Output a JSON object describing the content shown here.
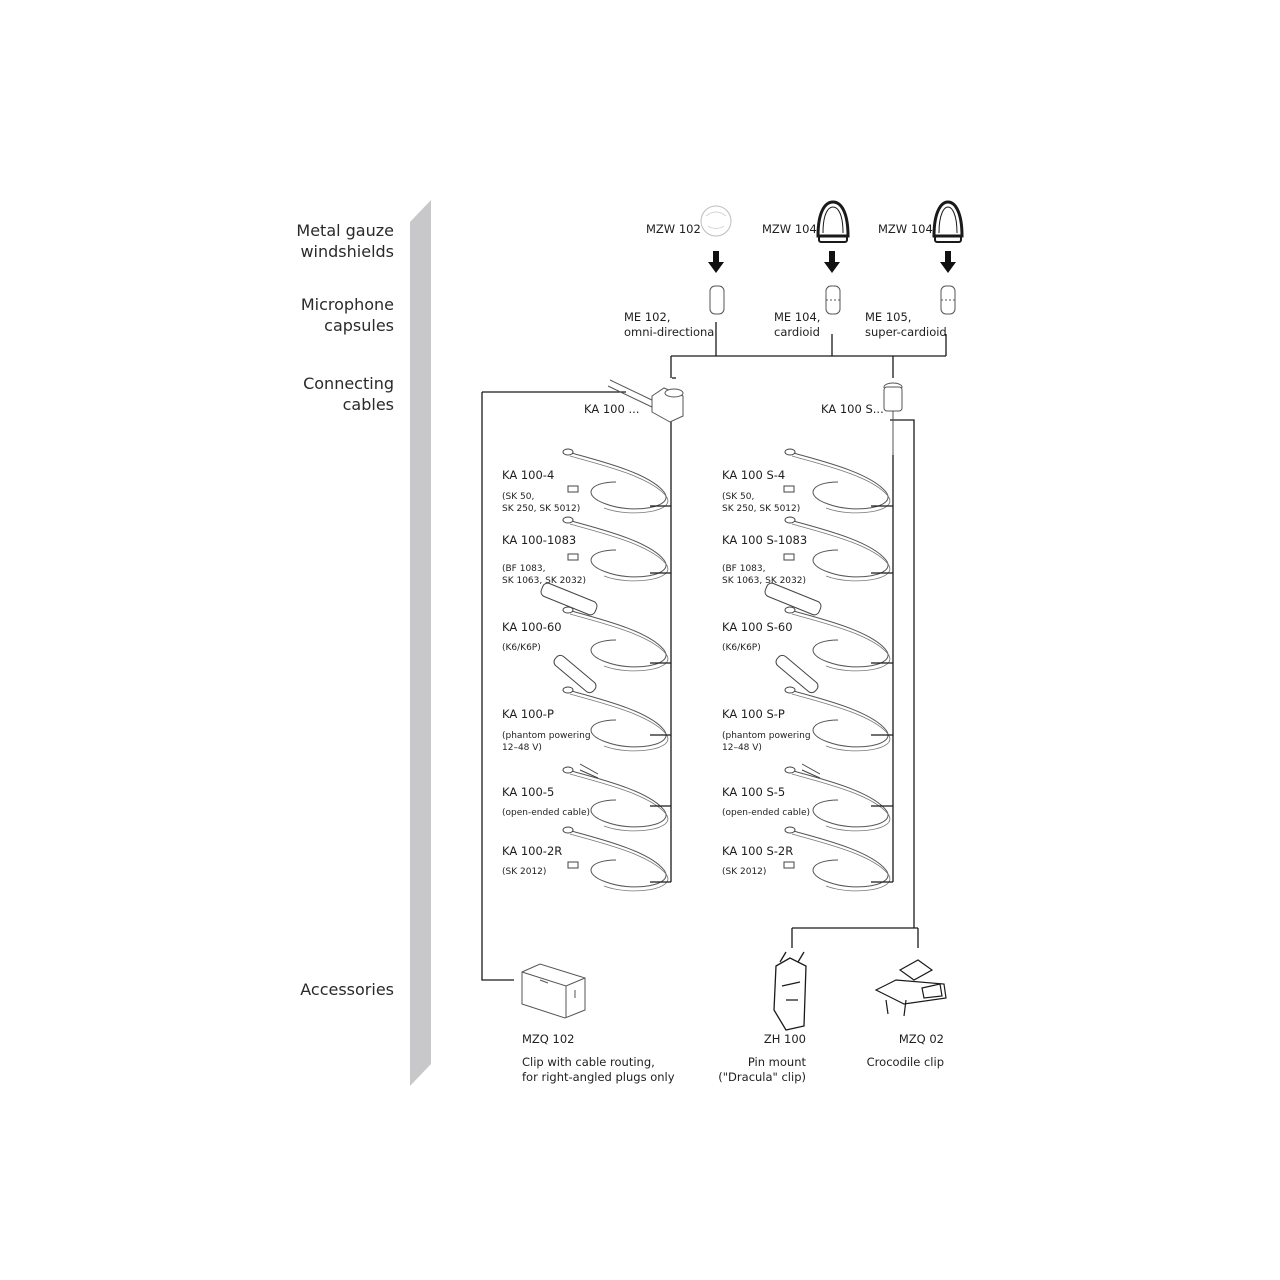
{
  "sections": {
    "windshields": [
      "Metal gauze",
      "windshields"
    ],
    "capsules": [
      "Microphone",
      "capsules"
    ],
    "cables": [
      "Connecting",
      "cables"
    ],
    "accessories": "Accessories"
  },
  "windshields": [
    "MZW 102",
    "MZW 104",
    "MZW 104"
  ],
  "capsules": [
    {
      "name": "ME 102,",
      "desc": "omni-directional"
    },
    {
      "name": "ME 104,",
      "desc": "cardioid"
    },
    {
      "name": "ME 105,",
      "desc": "super-cardioid"
    }
  ],
  "cable_heads": {
    "left": "KA 100 ...",
    "right": "KA 100 S..."
  },
  "cables_left": [
    {
      "name": "KA 100-4",
      "note": [
        "(SK 50,",
        "SK 250, SK 5012)"
      ]
    },
    {
      "name": "KA 100-1083",
      "note": [
        "(BF 1083,",
        "SK 1063, SK 2032)"
      ]
    },
    {
      "name": "KA 100-60",
      "note": [
        "(K6/K6P)"
      ]
    },
    {
      "name": "KA 100-P",
      "note": [
        "(phantom powering",
        "12–48 V)"
      ]
    },
    {
      "name": "KA 100-5",
      "note": [
        "(open-ended cable)"
      ]
    },
    {
      "name": "KA 100-2R",
      "note": [
        "(SK 2012)"
      ]
    }
  ],
  "cables_right": [
    {
      "name": "KA 100 S-4",
      "note": [
        "(SK 50,",
        "SK 250, SK 5012)"
      ]
    },
    {
      "name": "KA 100 S-1083",
      "note": [
        "(BF 1083,",
        "SK 1063, SK 2032)"
      ]
    },
    {
      "name": "KA 100 S-60",
      "note": [
        "(K6/K6P)"
      ]
    },
    {
      "name": "KA 100 S-P",
      "note": [
        "(phantom powering",
        "12–48 V)"
      ]
    },
    {
      "name": "KA 100 S-5",
      "note": [
        "(open-ended cable)"
      ]
    },
    {
      "name": "KA 100 S-2R",
      "note": [
        "(SK 2012)"
      ]
    }
  ],
  "accessories": [
    {
      "name": "MZQ 102",
      "desc": [
        "Clip with cable routing,",
        "for right-angled plugs only"
      ]
    },
    {
      "name": "ZH 100",
      "desc": [
        "Pin mount",
        "(\"Dracula\" clip)"
      ]
    },
    {
      "name": "MZQ 02",
      "desc": [
        "Crocodile clip"
      ]
    }
  ],
  "colors": {
    "bar": "#c8c8ca",
    "line": "#1a1a1a"
  }
}
